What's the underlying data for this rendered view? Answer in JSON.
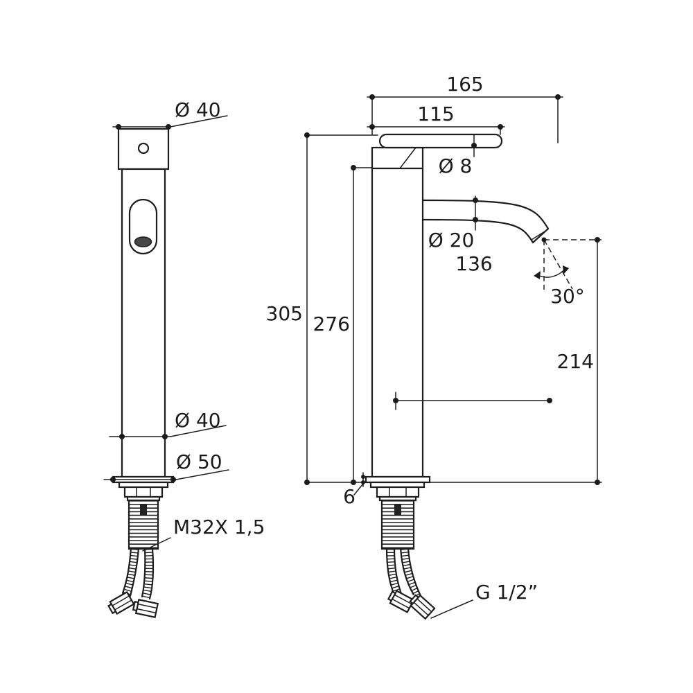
{
  "front_view": {
    "labels": {
      "top_diameter": "Ø 40",
      "body_diameter": "Ø 40",
      "flange_diameter": "Ø 50",
      "thread": "M32X 1,5"
    }
  },
  "side_view": {
    "labels": {
      "overall_reach": "165",
      "spout_reach": "115",
      "pin_diameter": "Ø 8",
      "spout_tube_diameter": "Ø 20",
      "spout_length": "136",
      "overall_height": "305",
      "body_height": "276",
      "outlet_angle": "30°",
      "outlet_height": "214",
      "deck_gasket_thickness": "6",
      "hose_thread": "G 1/2”"
    }
  },
  "colors": {
    "line": "#1d1d1d",
    "background": "#ffffff",
    "aerator": "#464646"
  }
}
